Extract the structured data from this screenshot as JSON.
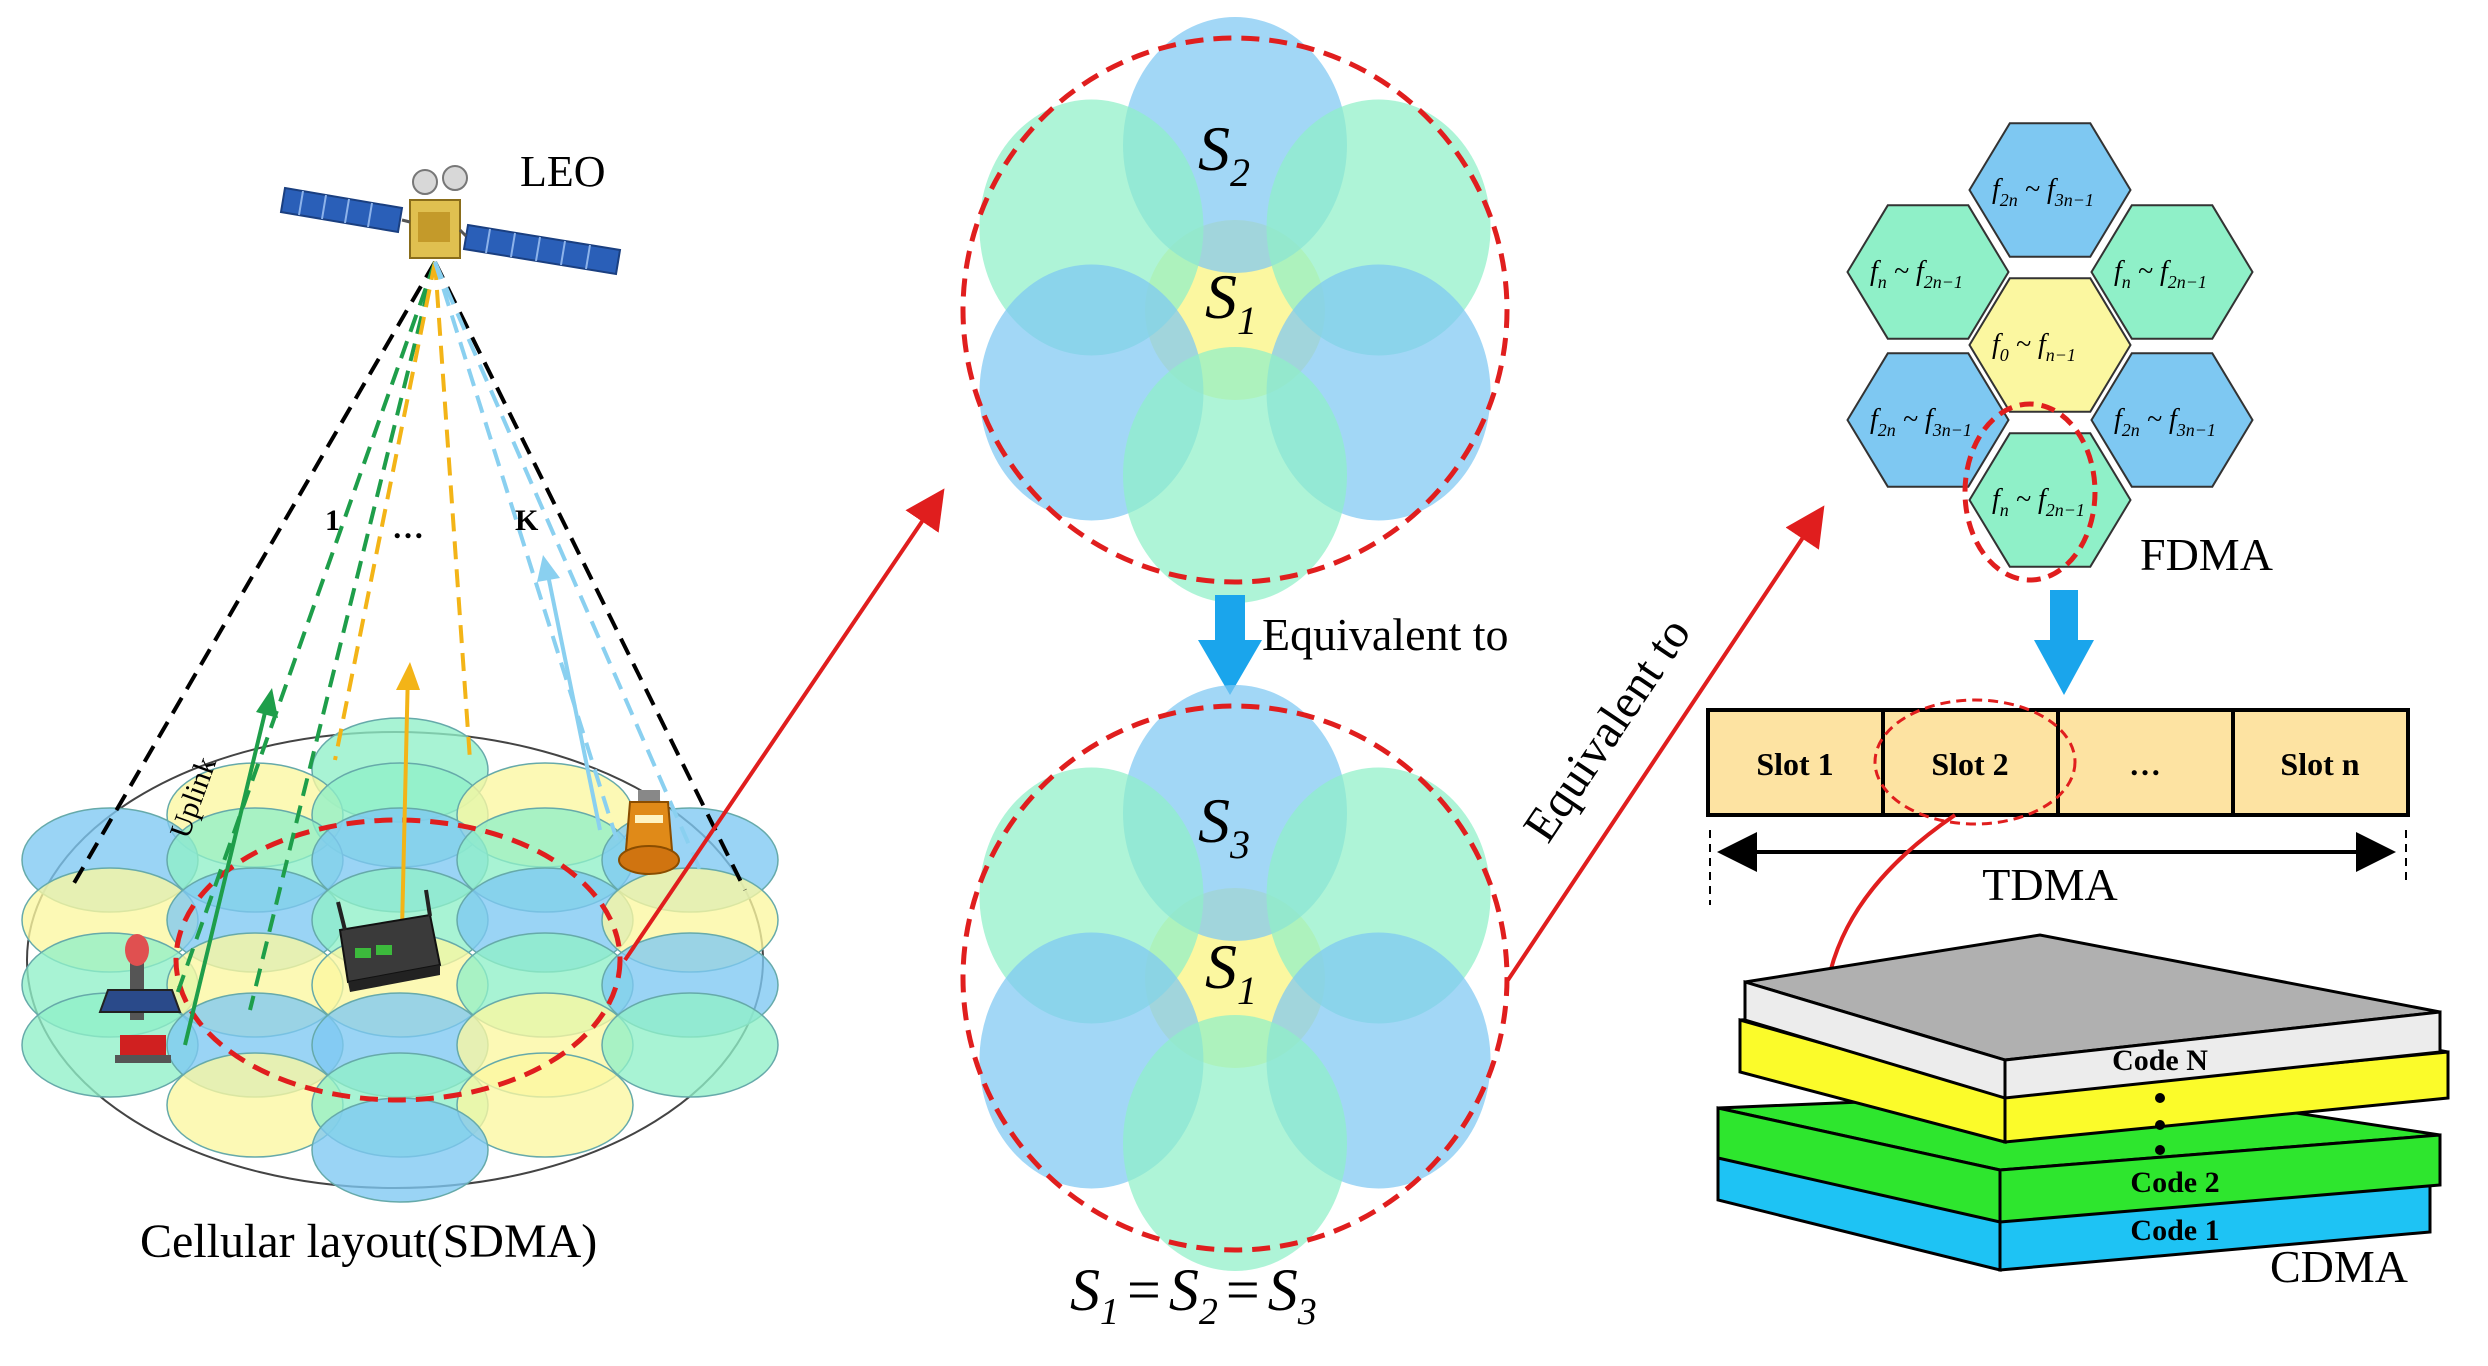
{
  "sdma": {
    "satellite_label": "LEO",
    "uplink_label": "Uplink",
    "beam_labels": [
      "1",
      "…",
      "K"
    ],
    "caption": "Cellular layout(SDMA)"
  },
  "equivalence": {
    "top_labels": {
      "center": "S",
      "center_sub": "1",
      "top": "S",
      "top_sub": "2"
    },
    "bottom_labels": {
      "center": "S",
      "center_sub": "1",
      "top": "S",
      "top_sub": "3"
    },
    "arrow_label": "Equivalent to",
    "diagonal_label": "Equivalent to",
    "equation": [
      "S",
      "1",
      "=",
      "S",
      "2",
      "=",
      "S",
      "3"
    ]
  },
  "fdma": {
    "label": "FDMA",
    "cells": {
      "top": [
        "f",
        "2n",
        "~",
        "f",
        "3n−1"
      ],
      "upper_left": [
        "f",
        "n",
        "~",
        "f",
        "2n−1"
      ],
      "upper_right": [
        "f",
        "n",
        "~",
        "f",
        "2n−1"
      ],
      "center": [
        "f",
        "0",
        "~",
        "f",
        "n−1"
      ],
      "lower_left": [
        "f",
        "2n",
        "~",
        "f",
        "3n−1"
      ],
      "lower_right": [
        "f",
        "2n",
        "~",
        "f",
        "3n−1"
      ],
      "bottom": [
        "f",
        "n",
        "~",
        "f",
        "2n−1"
      ]
    }
  },
  "tdma": {
    "label": "TDMA",
    "slots": [
      "Slot 1",
      "Slot 2",
      "…",
      "Slot n"
    ]
  },
  "cdma": {
    "label": "CDMA",
    "codes": [
      "Code N",
      "Code 2",
      "Code 1"
    ]
  },
  "colors": {
    "blue_cell": "#7ec8f2",
    "green_cell": "#8ff0c8",
    "yellow_cell": "#fbf7a0",
    "red_dash": "#e01e1e",
    "arrow_blue": "#1aa5ec",
    "slot_fill": "#fde3a2",
    "code_gray": "#b0b0b0",
    "code_yellow": "#fbfb2a",
    "code_green": "#2ee62e",
    "code_blue": "#1ec3f4"
  }
}
